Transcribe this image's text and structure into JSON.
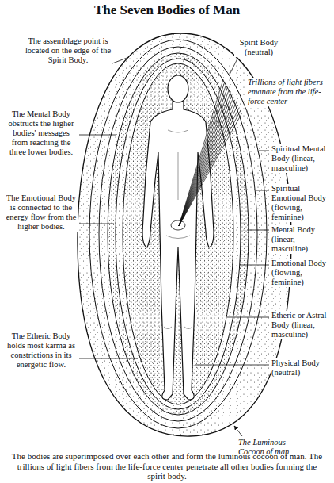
{
  "diagram": {
    "title": "The Seven Bodies of Man",
    "caption": "The bodies are superimposed over each other and form the luminous cocoon of man. The trillions of light fibers from the life-force center penetrate all other bodies forming the spirit body.",
    "labels": [
      "The assemblage point is located on the edge of the Spirit Body.",
      "Spirit Body (neutral)",
      "Trillions of light fibers emanate from the life-force center",
      "The Mental Body obstructs the higher bodies' messages from reaching the three lower bodies.",
      "Spiritual Mental Body (linear, masculine)",
      "Spiritual Emotional Body (flowing, feminine)",
      "The Emotional Body is connected to the energy flow from the higher bodies.",
      "Mental Body (linear, masculine)",
      "Emotional Body (flowing, feminine)",
      "Etheric or Astral Body (linear, masculine)",
      "The Etheric Body holds most karma as constrictions in its energetic flow.",
      "Physical Body (neutral)",
      "The Luminous Cocoon of man"
    ]
  }
}
